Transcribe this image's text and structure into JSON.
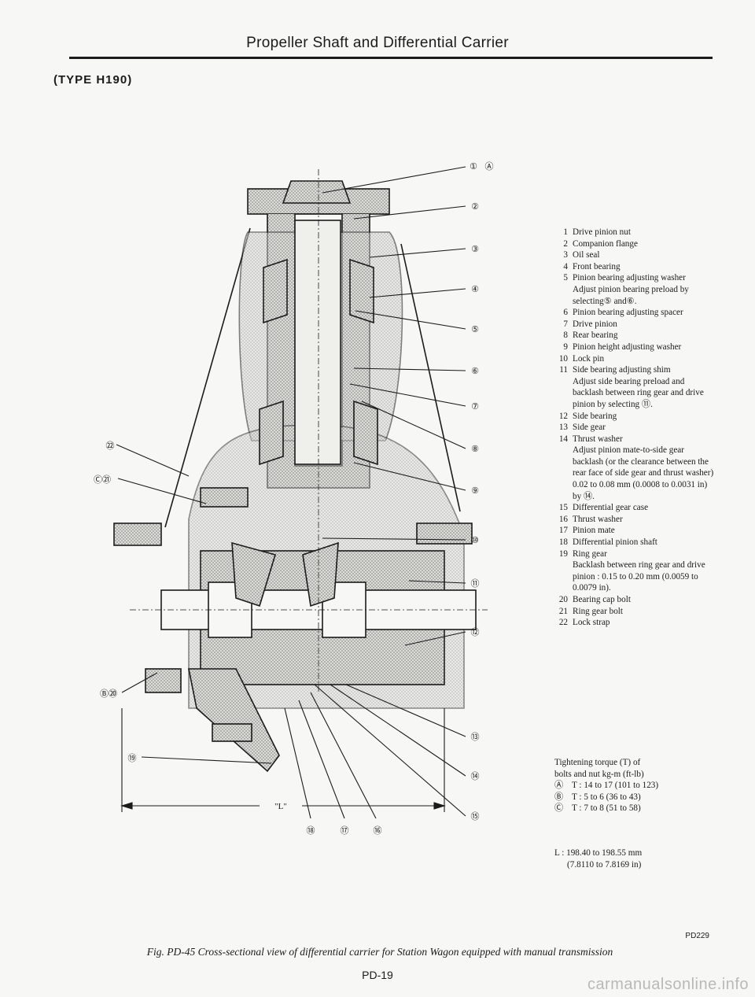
{
  "header": {
    "title": "Propeller Shaft and Differential Carrier",
    "type_label": "(TYPE H190)"
  },
  "callouts": {
    "c1": "①",
    "cA": "Ⓐ",
    "c2": "②",
    "c3": "③",
    "c4": "④",
    "c5": "⑤",
    "c6": "⑥",
    "c7": "⑦",
    "c8": "⑧",
    "c9": "⑨",
    "c10": "⑩",
    "c11": "⑪",
    "c12": "⑫",
    "c13": "⑬",
    "c14": "⑭",
    "c15": "⑮",
    "c16": "⑯",
    "c17": "⑰",
    "c18": "⑱",
    "c19": "⑲",
    "cB20": "Ⓑ⑳",
    "cC21": "Ⓒ㉑",
    "c22": "㉒",
    "dim_L": "\"L\""
  },
  "legend": [
    {
      "num": "1",
      "label": "Drive pinion nut"
    },
    {
      "num": "2",
      "label": "Companion flange"
    },
    {
      "num": "3",
      "label": "Oil seal"
    },
    {
      "num": "4",
      "label": "Front bearing"
    },
    {
      "num": "5",
      "label": "Pinion bearing adjusting washer",
      "note": "Adjust pinion bearing preload by selecting⑤ and⑥."
    },
    {
      "num": "6",
      "label": "Pinion bearing adjusting spacer"
    },
    {
      "num": "7",
      "label": "Drive pinion"
    },
    {
      "num": "8",
      "label": "Rear bearing"
    },
    {
      "num": "9",
      "label": "Pinion height adjusting washer"
    },
    {
      "num": "10",
      "label": "Lock pin"
    },
    {
      "num": "11",
      "label": "Side bearing adjusting shim",
      "note": "Adjust side bearing preload and backlash between ring gear and drive pinion by selecting ⑪."
    },
    {
      "num": "12",
      "label": "Side bearing"
    },
    {
      "num": "13",
      "label": "Side gear"
    },
    {
      "num": "14",
      "label": "Thrust washer",
      "note": "Adjust pinion mate-to-side gear backlash (or the clearance between the rear face of side gear and thrust washer) 0.02 to 0.08 mm (0.0008 to 0.0031 in) by ⑭."
    },
    {
      "num": "15",
      "label": "Differential gear case"
    },
    {
      "num": "16",
      "label": "Thrust washer"
    },
    {
      "num": "17",
      "label": "Pinion mate"
    },
    {
      "num": "18",
      "label": "Differential pinion shaft"
    },
    {
      "num": "19",
      "label": "Ring gear",
      "note": "Backlash between ring gear and drive pinion : 0.15 to 0.20 mm (0.0059 to 0.0079 in)."
    },
    {
      "num": "20",
      "label": "Bearing cap bolt"
    },
    {
      "num": "21",
      "label": "Ring gear bolt"
    },
    {
      "num": "22",
      "label": "Lock strap"
    }
  ],
  "torque": {
    "title1": "Tightening torque (T) of",
    "title2": "bolts and nut kg-m (ft-lb)",
    "rows": [
      {
        "mark": "Ⓐ",
        "value": "T : 14 to 17 (101 to 123)"
      },
      {
        "mark": "Ⓑ",
        "value": "T : 5 to 6 (36 to 43)"
      },
      {
        "mark": "Ⓒ",
        "value": "T : 7 to 8 (51 to 58)"
      }
    ]
  },
  "dimension": {
    "line1": "L : 198.40 to 198.55 mm",
    "line2": "(7.8110 to 7.8169 in)"
  },
  "part_code": "PD229",
  "caption": "Fig. PD-45 Cross-sectional view of differential carrier for Station Wagon equipped with manual transmission",
  "page_number": "PD-19",
  "watermark": "carmanualsonline.info"
}
